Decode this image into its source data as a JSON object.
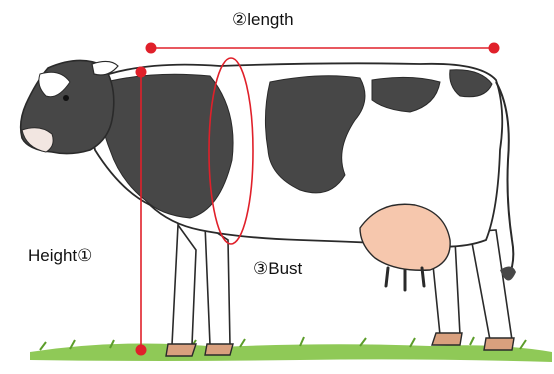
{
  "diagram": {
    "labels": {
      "length": "②length",
      "height": "Height①",
      "bust": "③Bust"
    },
    "colors": {
      "measure": "#e0202a",
      "black_patch": "#474747",
      "outline": "#2a2a2a",
      "udder": "#f6c7ad",
      "hoof": "#d9a07e",
      "grass": "#7bbf3a"
    }
  }
}
